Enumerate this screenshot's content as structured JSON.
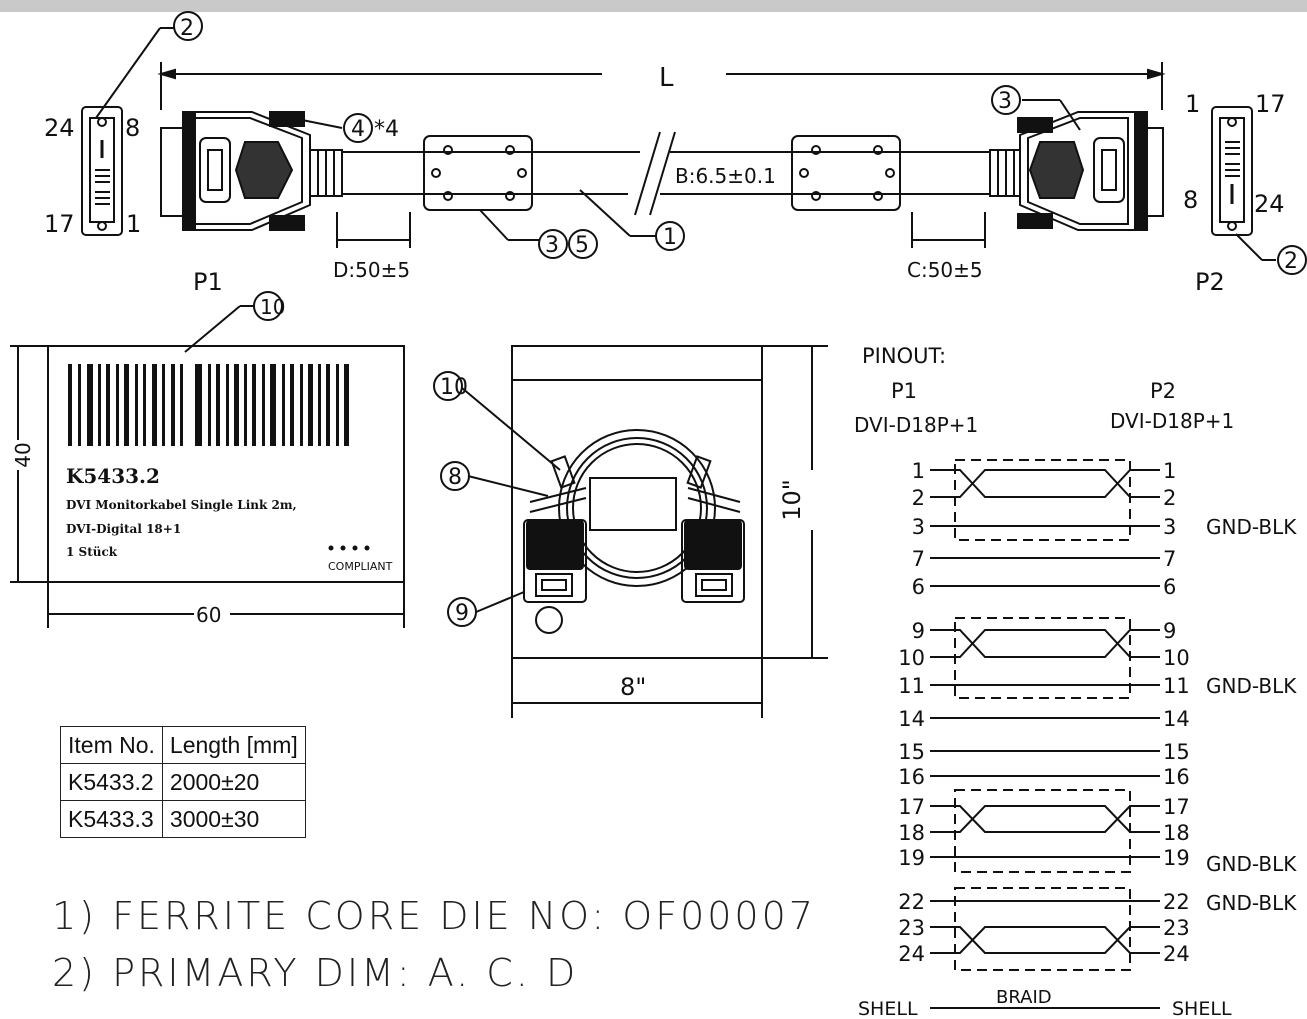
{
  "header": {
    "title": "Drawing"
  },
  "cable": {
    "length_label": "L",
    "p1_label": "P1",
    "p2_label": "P2",
    "dim_d": "D:50±5",
    "dim_c": "C:50±5",
    "dim_b": "B:6.5±0.1",
    "callout_1": "1",
    "callout_2": "2",
    "callout_3": "3",
    "callout_4": "4",
    "callout_4_qty": "*4",
    "callout_5": "5",
    "p1_pins": {
      "tl": "24",
      "tr": "8",
      "bl": "17",
      "br": "1"
    },
    "p2_pins": {
      "tl": "1",
      "tr": "17",
      "bl": "8",
      "br": "24"
    }
  },
  "label": {
    "callout": "10",
    "part_no": "K5433.2",
    "line1": "DVI Monitorkabel Single Link 2m,",
    "line2": "DVI-Digital 18+1",
    "line3": "1 Stück",
    "compliant": "COMPLIANT",
    "width": "60",
    "height": "40"
  },
  "package": {
    "callout_label": "10",
    "callout_tie": "8",
    "callout_bag": "9",
    "width": "8\"",
    "height": "10\""
  },
  "pinout": {
    "title": "PINOUT:",
    "p1": "P1",
    "p2": "P2",
    "p1_type": "DVI-D18P+1",
    "p2_type": "DVI-D18P+1",
    "pins": [
      "1",
      "2",
      "3",
      "7",
      "6",
      "9",
      "10",
      "11",
      "14",
      "15",
      "16",
      "17",
      "18",
      "19",
      "22",
      "23",
      "24"
    ],
    "gnd": "GND-BLK",
    "shell_left": "SHELL",
    "shell_right": "SHELL",
    "braid": "BRAID"
  },
  "table": {
    "headers": [
      "Item No.",
      "Length [mm]"
    ],
    "rows": [
      [
        "K5433.2",
        "2000±20"
      ],
      [
        "K5433.3",
        "3000±30"
      ]
    ]
  },
  "notes": [
    "1) FERRITE CORE DIE NO: OF00007",
    "2) PRIMARY DIM: A. C. D"
  ]
}
